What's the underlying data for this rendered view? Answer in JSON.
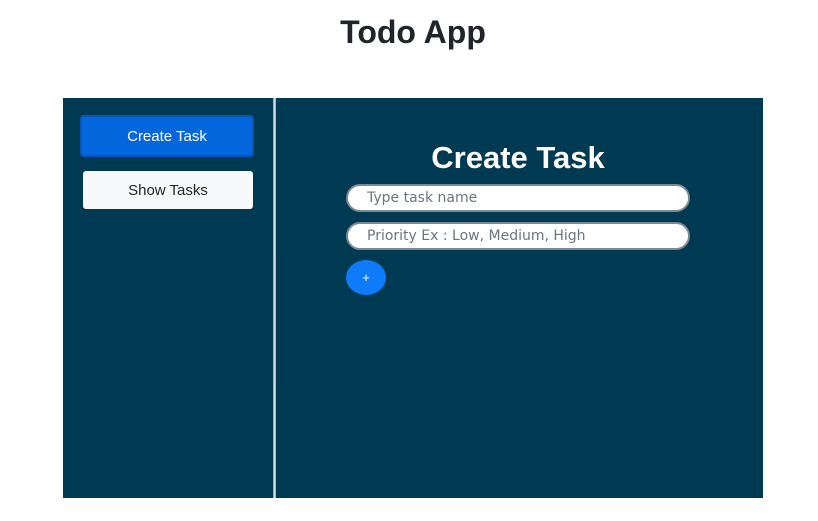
{
  "app": {
    "title": "Todo App"
  },
  "sidebar": {
    "items": [
      {
        "label": "Create Task",
        "active": true
      },
      {
        "label": "Show Tasks",
        "active": false
      }
    ]
  },
  "main": {
    "title": "Create Task",
    "task_name": {
      "value": "",
      "placeholder": "Type task name"
    },
    "priority": {
      "value": "",
      "placeholder": "Priority Ex : Low, Medium, High"
    },
    "add_button_label": "+"
  },
  "colors": {
    "panel_background": "#003a52",
    "primary_button": "#0466dc",
    "add_button": "#0d7bfa",
    "secondary_button": "#f8f9fa"
  }
}
